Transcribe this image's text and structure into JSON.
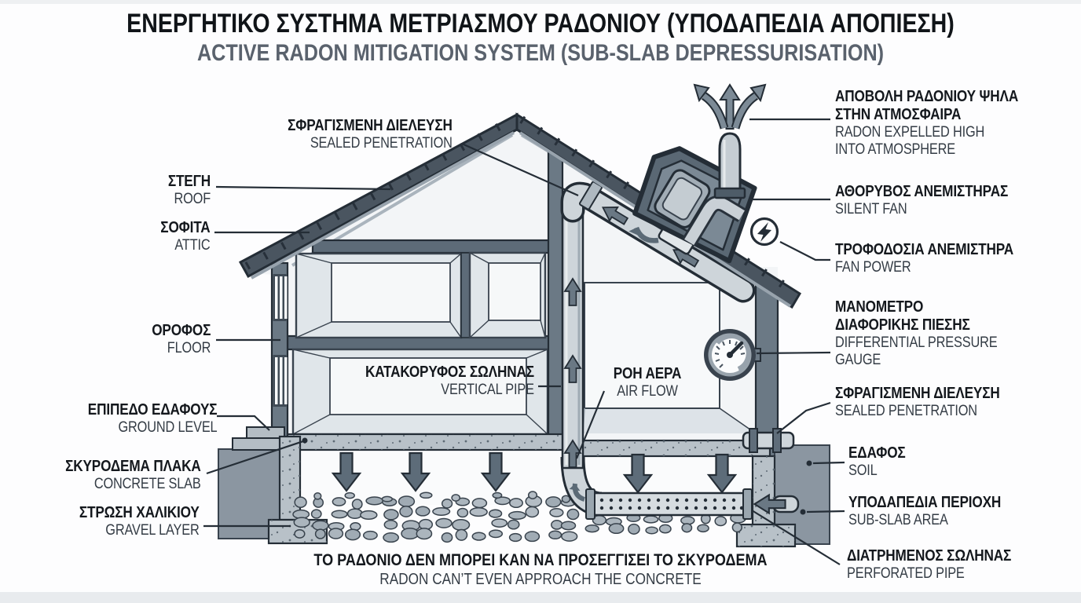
{
  "title": {
    "greek": "ΕΝΕΡΓΗΤΙΚΟ ΣΥΣΤΗΜΑ ΜΕΤΡΙΑΣΜΟΥ ΡΑΔΟΝΙΟΥ (ΥΠΟΔΑΠΕΔΙΑ ΑΠΟΠΙΕΣΗ)",
    "english": "ACTIVE RADON MITIGATION SYSTEM (SUB-SLAB DEPRESSURISATION)"
  },
  "labels": {
    "sealed_penetration_top": {
      "greek": "ΣΦΡΑΓΙΣΜΕΝΗ ΔΙΕΛΕΥΣΗ",
      "english": "SEALED PENETRATION"
    },
    "roof": {
      "greek": "ΣΤΕΓΗ",
      "english": "ROOF"
    },
    "attic": {
      "greek": "ΣΟΦΙΤΑ",
      "english": "ATTIC"
    },
    "floor": {
      "greek": "ΟΡΟΦΟΣ",
      "english": "FLOOR"
    },
    "ground_level": {
      "greek": "ΕΠΙΠΕΔΟ ΕΔΑΦΟΥΣ",
      "english": "GROUND LEVEL"
    },
    "concrete_slab": {
      "greek": "ΣΚΥΡΟΔΕΜΑ ΠΛΑΚΑ",
      "english": "CONCRETE SLAB"
    },
    "gravel_layer": {
      "greek": "ΣΤΡΩΣΗ ΧΑΛΙΚΙΟΥ",
      "english": "GRAVEL LAYER"
    },
    "vertical_pipe": {
      "greek": "ΚΑΤΑΚΟΡΥΦΟΣ ΣΩΛΗΝΑΣ",
      "english": "VERTICAL PIPE"
    },
    "air_flow": {
      "greek": "ΡΟΗ ΑΕΡΑ",
      "english": "AIR FLOW"
    },
    "radon_expelled": {
      "greek_line1": "ΑΠΟΒΟΛΗ ΡΑΔΟΝΙΟΥ ΨΗΛΑ",
      "greek_line2": "ΣΤΗΝ ΑΤΜΟΣΦΑΙΡΑ",
      "english_line1": "RADON EXPELLED HIGH",
      "english_line2": "INTO ATMOSPHERE"
    },
    "silent_fan": {
      "greek": "ΑΘΟΡΥΒΟΣ ΑΝΕΜΙΣΤΗΡΑΣ",
      "english": "SILENT FAN"
    },
    "fan_power": {
      "greek": "ΤΡΟΦΟΔΟΣΙΑ ΑΝΕΜΙΣΤΗΡΑ",
      "english": "FAN POWER"
    },
    "pressure_gauge": {
      "greek_line1": "ΜΑΝΟΜΕΤΡΟ",
      "greek_line2": "ΔΙΑΦΟΡΙΚΗΣ ΠΙΕΣΗΣ",
      "english_line1": "DIFFERENTIAL PRESSURE",
      "english_line2": "GAUGE"
    },
    "sealed_penetration_right": {
      "greek": "ΣΦΡΑΓΙΣΜΕΝΗ ΔΙΕΛΕΥΣΗ",
      "english": "SEALED PENETRATION"
    },
    "soil": {
      "greek": "ΕΔΑΦΟΣ",
      "english": "SOIL"
    },
    "sub_slab_area": {
      "greek": "ΥΠΟΔΑΠΕΔΙΑ ΠΕΡΙΟΧΗ",
      "english": "SUB-SLAB AREA"
    },
    "perforated_pipe": {
      "greek": "ΔΙΑΤΡΗΜΕΝΟΣ ΣΩΛΗΝΑΣ",
      "english": "PERFORATED PIPE"
    }
  },
  "footnote": {
    "greek": "ΤΟ ΡΑΔΟΝΙΟ ΔΕΝ ΜΠΟΡΕΙ ΚΑΝ ΝΑ ΠΡΟΣΕΓΓΙΣΕΙ ΤΟ ΣΚΥΡΟΔΕΜΑ",
    "english": "RADON CAN’T EVEN APPROACH THE CONCRETE"
  },
  "icons": {
    "fan_power": "lightning-icon",
    "pressure_gauge": "dial-gauge-icon",
    "exhaust": "triple-up-arrows-icon",
    "air_flow": "up-arrow-icon",
    "radon_pressure": "down-arrow-icon"
  },
  "colors": {
    "ink": "#242d36",
    "structure": "#6b7985",
    "structure_dark": "#5d6b78",
    "panel": "#f3f5f7",
    "concrete": "#b8c1c8",
    "soil": "#8b96a1",
    "pipe": "#ced5da",
    "arrow": "#67767f",
    "title_greek": "#101418",
    "title_english": "#5a626d"
  }
}
